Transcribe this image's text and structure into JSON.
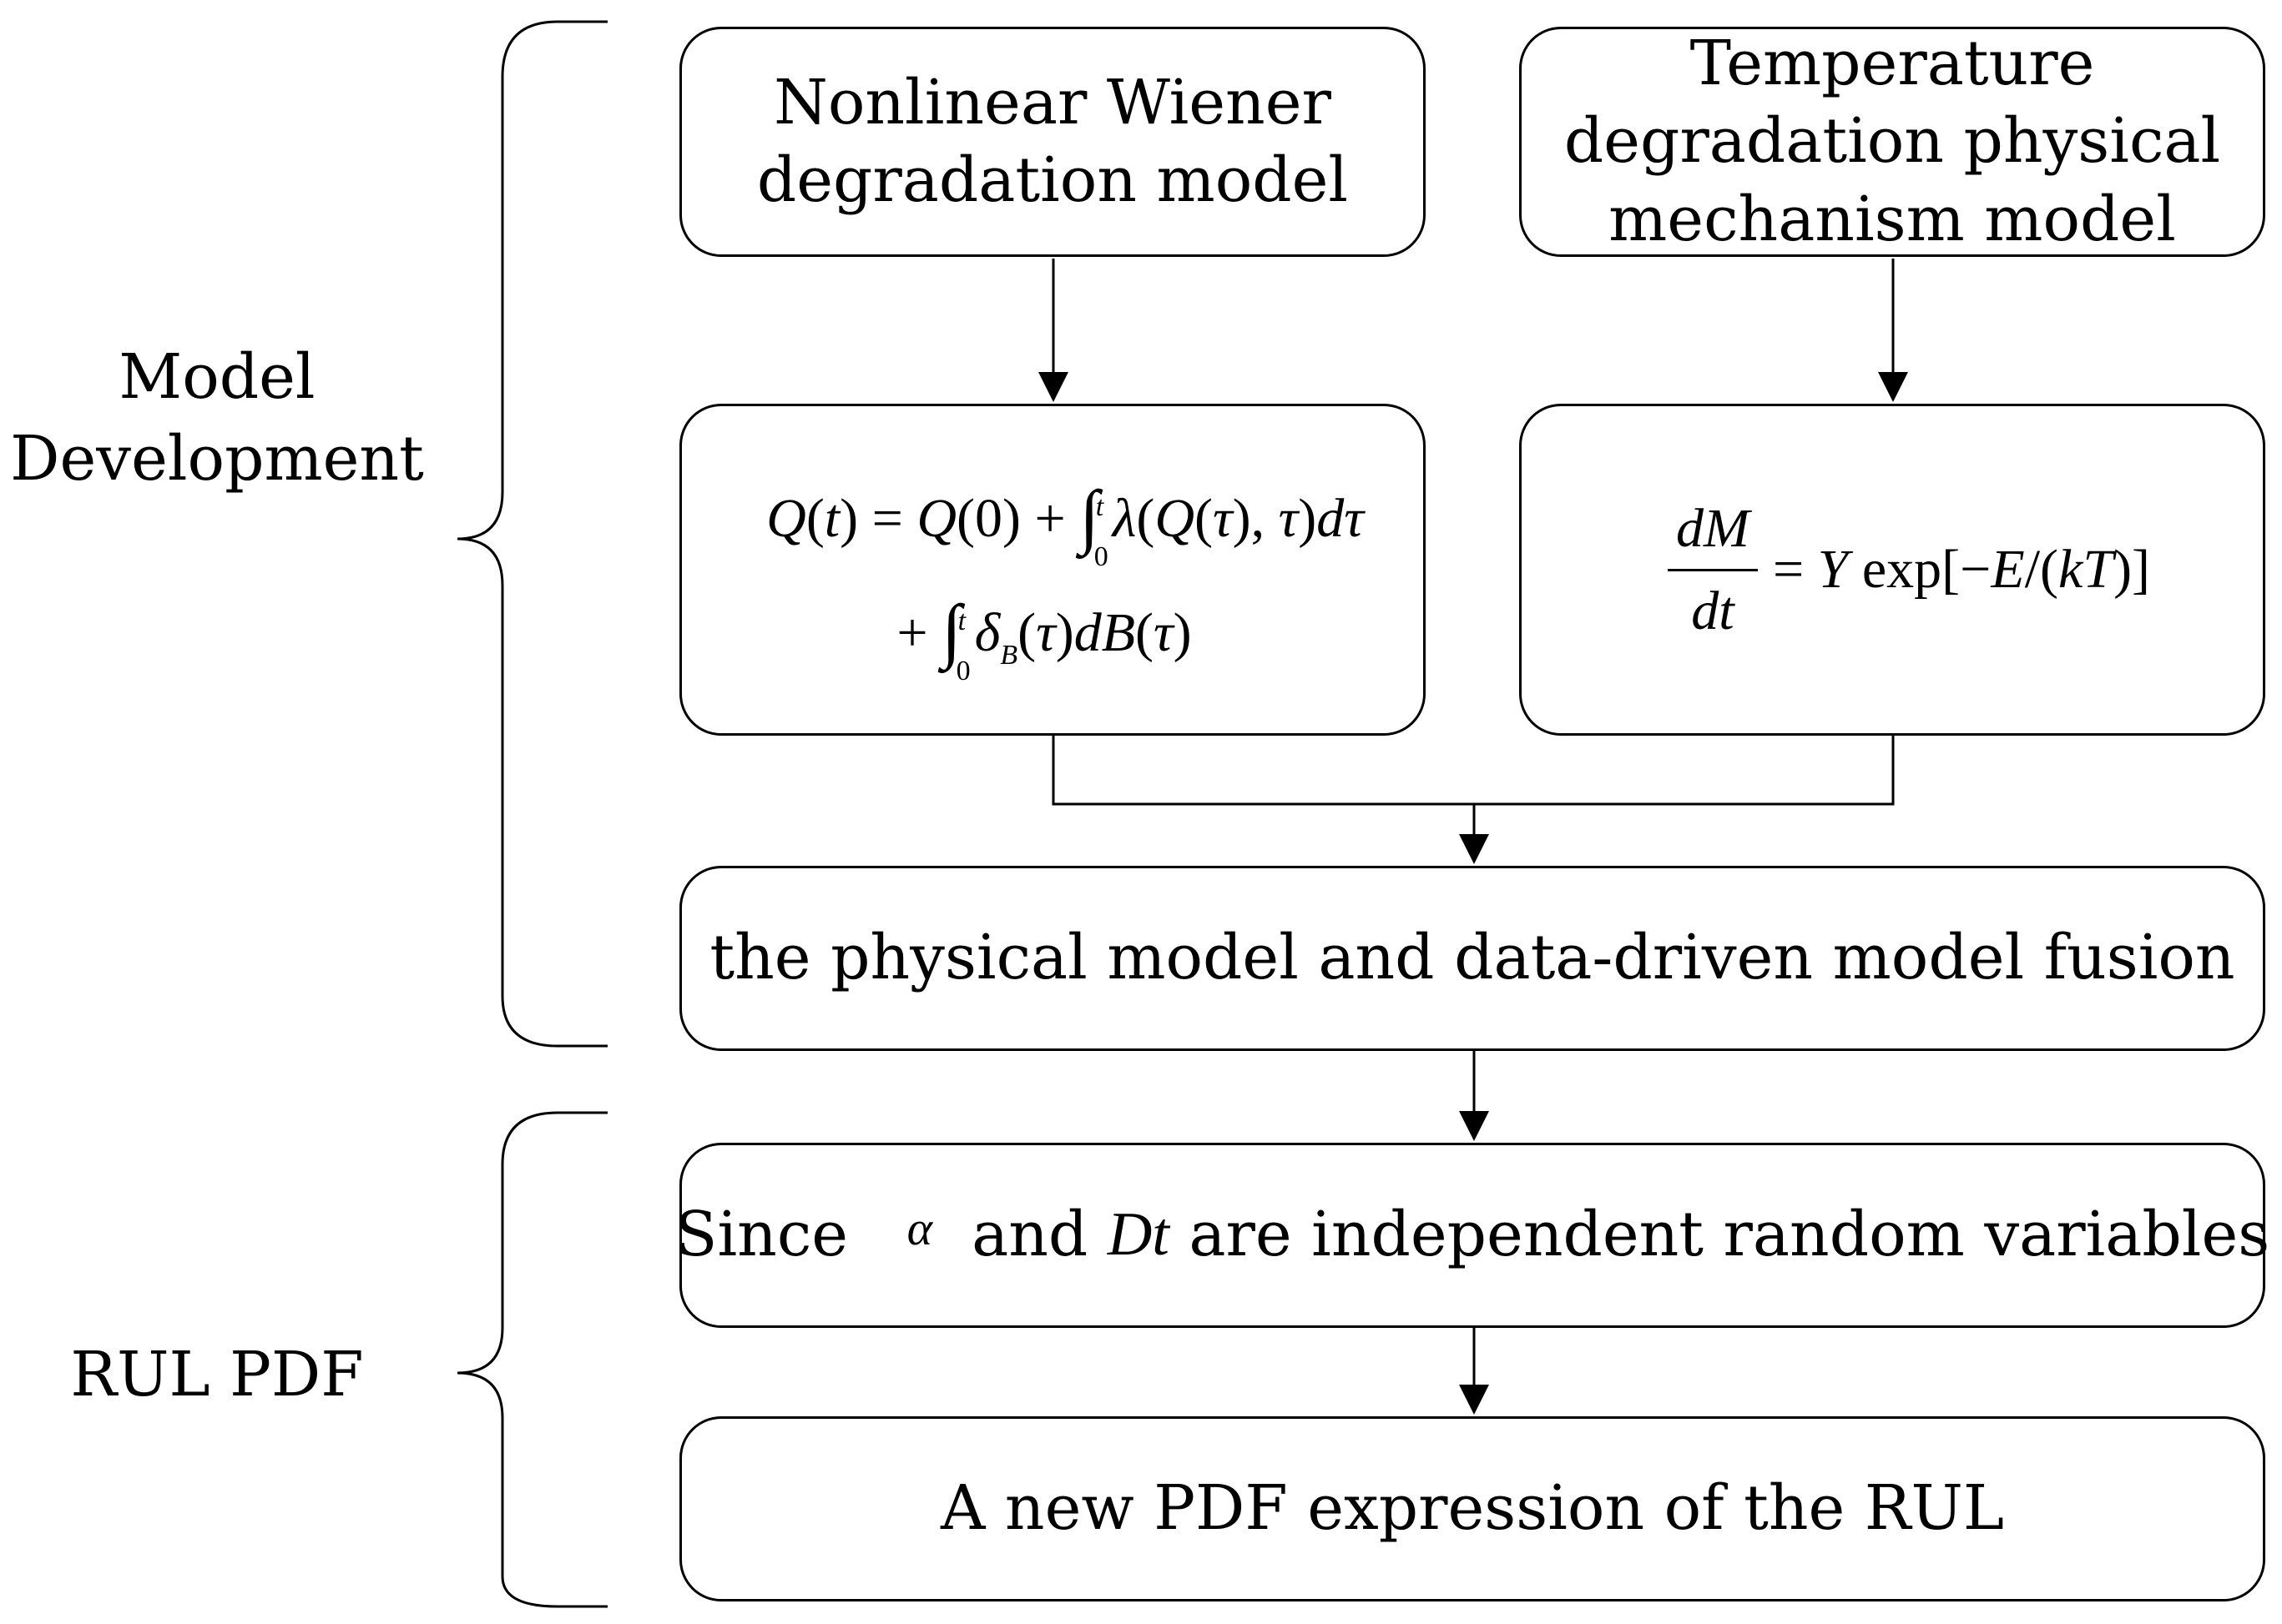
{
  "labels": {
    "model_development": "Model\nDevelopment",
    "rul_pdf": "RUL PDF"
  },
  "boxes": {
    "wiener": "Nonlinear Wiener\ndegradation model",
    "temperature": "Temperature\ndegradation physical\nmechanism model",
    "fusion": "the physical model and data-driven model fusion",
    "since_prefix": "Since",
    "since_alpha": "α",
    "since_and": "and",
    "since_dt": "Dt",
    "since_suffix": "are independent random variables",
    "new_pdf": "A new PDF expression of the RUL"
  },
  "equations": {
    "wiener_line1": {
      "q_t": "Q",
      "t": "t",
      "eq": "= ",
      "q0": "Q",
      "zero": "(0) + ",
      "int": "∫",
      "upper": "t",
      "lower": "0",
      "lambda": "λ",
      "q_tau": "Q",
      "tau": "τ",
      "comma": "), ",
      "d": "d",
      "tau2": "τ"
    },
    "wiener_line2": {
      "plus": "+ ",
      "int": "∫",
      "upper": "t",
      "lower": "0",
      "delta": "δ",
      "sub": "B",
      "tau": "τ",
      "d": "d",
      "b": "B",
      "tau2": "τ"
    },
    "arrhenius": {
      "num": "dM",
      "den": "dt",
      "rhs_eq": "=",
      "y": "Y",
      "exp": "exp[−",
      "e": "E",
      "slash": "/(",
      "k": "k",
      "temp": "T",
      "close": ")]"
    }
  }
}
